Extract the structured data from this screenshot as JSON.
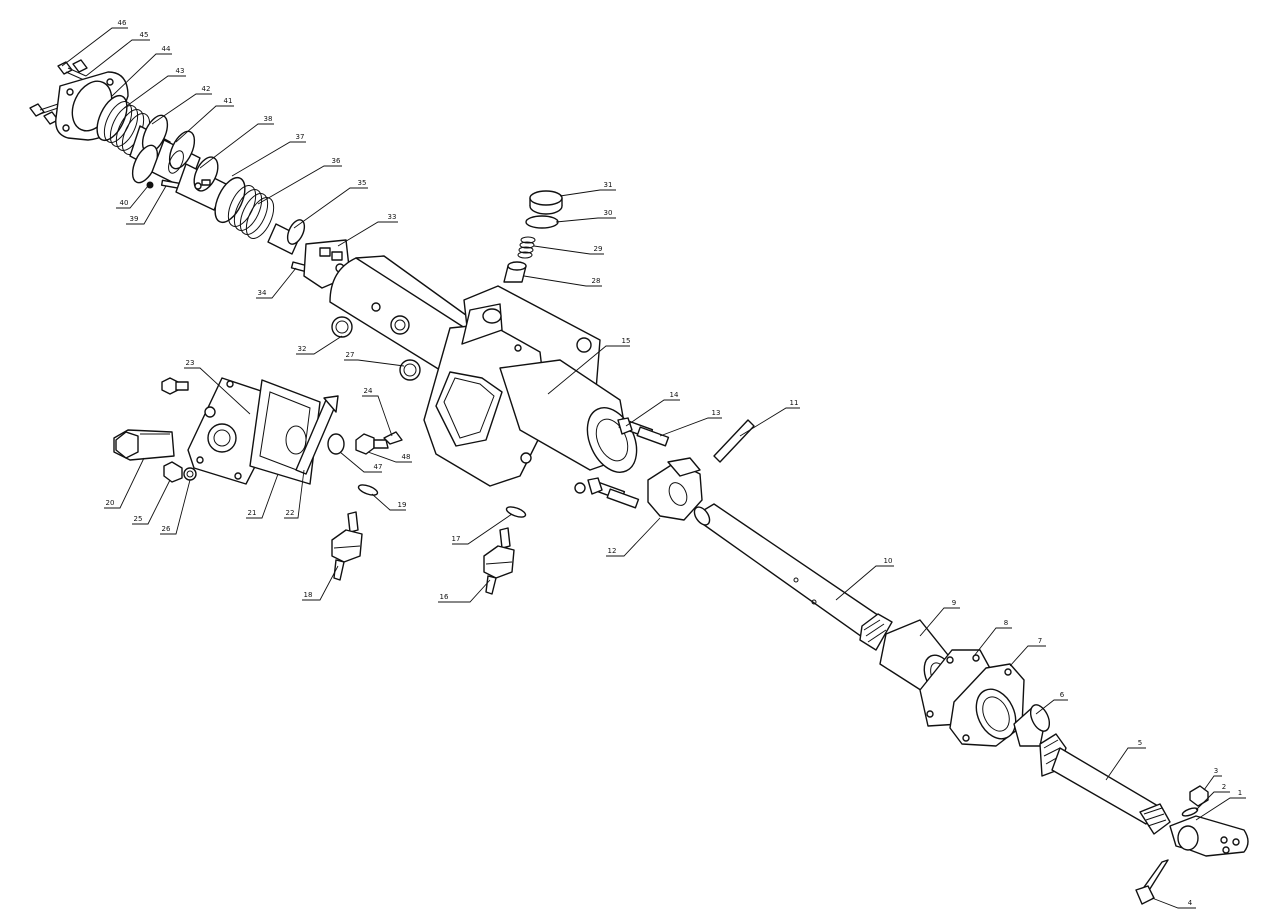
{
  "callouts": [
    {
      "id": "c1",
      "label": "1"
    },
    {
      "id": "c2",
      "label": "2"
    },
    {
      "id": "c3",
      "label": "3"
    },
    {
      "id": "c4",
      "label": "4"
    },
    {
      "id": "c5",
      "label": "5"
    },
    {
      "id": "c6",
      "label": "6"
    },
    {
      "id": "c7",
      "label": "7"
    },
    {
      "id": "c8",
      "label": "8"
    },
    {
      "id": "c9",
      "label": "9"
    },
    {
      "id": "c10",
      "label": "10"
    },
    {
      "id": "c11",
      "label": "11"
    },
    {
      "id": "c12",
      "label": "12"
    },
    {
      "id": "c13",
      "label": "13"
    },
    {
      "id": "c14",
      "label": "14"
    },
    {
      "id": "c15",
      "label": "15"
    },
    {
      "id": "c16",
      "label": "16"
    },
    {
      "id": "c17",
      "label": "17"
    },
    {
      "id": "c18",
      "label": "18"
    },
    {
      "id": "c19",
      "label": "19"
    },
    {
      "id": "c20",
      "label": "20"
    },
    {
      "id": "c21",
      "label": "21"
    },
    {
      "id": "c22",
      "label": "22"
    },
    {
      "id": "c23",
      "label": "23"
    },
    {
      "id": "c24",
      "label": "24"
    },
    {
      "id": "c25",
      "label": "25"
    },
    {
      "id": "c26",
      "label": "26"
    },
    {
      "id": "c27",
      "label": "27"
    },
    {
      "id": "c28",
      "label": "28"
    },
    {
      "id": "c29",
      "label": "29"
    },
    {
      "id": "c30",
      "label": "30"
    },
    {
      "id": "c31",
      "label": "31"
    },
    {
      "id": "c32",
      "label": "32"
    },
    {
      "id": "c33",
      "label": "33"
    },
    {
      "id": "c34",
      "label": "34"
    },
    {
      "id": "c35",
      "label": "35"
    },
    {
      "id": "c36",
      "label": "36"
    },
    {
      "id": "c37",
      "label": "37"
    },
    {
      "id": "c38",
      "label": "38"
    },
    {
      "id": "c39",
      "label": "39"
    },
    {
      "id": "c40",
      "label": "40"
    },
    {
      "id": "c41",
      "label": "41"
    },
    {
      "id": "c42",
      "label": "42"
    },
    {
      "id": "c43",
      "label": "43"
    },
    {
      "id": "c44",
      "label": "44"
    },
    {
      "id": "c45",
      "label": "45"
    },
    {
      "id": "c46",
      "label": "46"
    },
    {
      "id": "c47",
      "label": "47"
    },
    {
      "id": "c48",
      "label": "48"
    }
  ]
}
